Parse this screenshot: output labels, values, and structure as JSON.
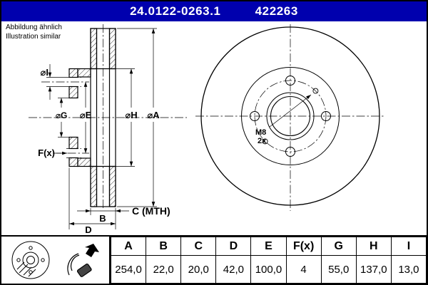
{
  "header": {
    "part_number": "24.0122-0263.1",
    "ref_number": "422263",
    "bg_color": "#0000ae"
  },
  "note": {
    "line1": "Abbildung ähnlich",
    "line2": "Illustration similar"
  },
  "drawing": {
    "section_labels": {
      "dia_i": "⌀I",
      "dia_g": "⌀G",
      "dia_e": "⌀E",
      "dia_h": "⌀H",
      "dia_a": "⌀A",
      "f": "F(x)",
      "b": "B",
      "c": "C (MTH)",
      "d": "D"
    },
    "front_labels": {
      "thread": "M8",
      "thread_qty": "2x"
    }
  },
  "table": {
    "columns": [
      {
        "header": "A",
        "value": "254,0"
      },
      {
        "header": "B",
        "value": "22,0"
      },
      {
        "header": "C",
        "value": "20,0"
      },
      {
        "header": "D",
        "value": "42,0"
      },
      {
        "header": "E",
        "value": "100,0"
      },
      {
        "header": "F(x)",
        "value": "4"
      },
      {
        "header": "G",
        "value": "55,0"
      },
      {
        "header": "H",
        "value": "137,0"
      },
      {
        "header": "I",
        "value": "13,0"
      }
    ]
  }
}
